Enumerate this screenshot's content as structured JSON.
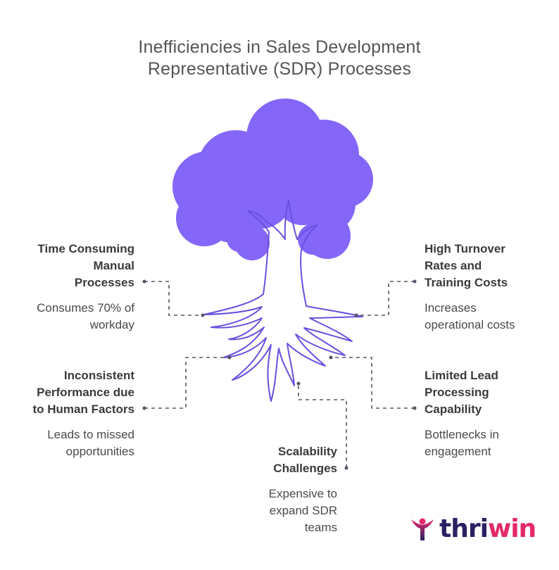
{
  "title": {
    "line1": "Inefficiencies in Sales Development",
    "line2": "Representative (SDR) Processes"
  },
  "colors": {
    "canopy": "#8466f9",
    "root_stroke": "#6a4fe0",
    "connector": "#555566",
    "logo_dark": "#2a2163",
    "logo_accent": "#e5296b"
  },
  "items": [
    {
      "id": "time",
      "head_lines": [
        "Time Consuming",
        "Manual",
        "Processes"
      ],
      "desc_lines": [
        "Consumes 70% of",
        "workday"
      ]
    },
    {
      "id": "turnover",
      "head_lines": [
        "High Turnover",
        "Rates and",
        "Training Costs"
      ],
      "desc_lines": [
        "Increases",
        "operational costs"
      ]
    },
    {
      "id": "inconsistent",
      "head_lines": [
        "Inconsistent",
        "Performance due",
        "to Human Factors"
      ],
      "desc_lines": [
        "Leads to missed",
        "opportunities"
      ]
    },
    {
      "id": "limited",
      "head_lines": [
        "Limited Lead",
        "Processing",
        "Capability"
      ],
      "desc_lines": [
        "Bottlenecks in",
        "engagement"
      ]
    },
    {
      "id": "scalability",
      "head_lines": [
        "Scalability",
        "Challenges"
      ],
      "desc_lines": [
        "Expensive to",
        "expand SDR",
        "teams"
      ]
    }
  ],
  "logo": {
    "text_dark": "thri",
    "text_accent": "win",
    "icon": "person-raising-arms-icon"
  }
}
